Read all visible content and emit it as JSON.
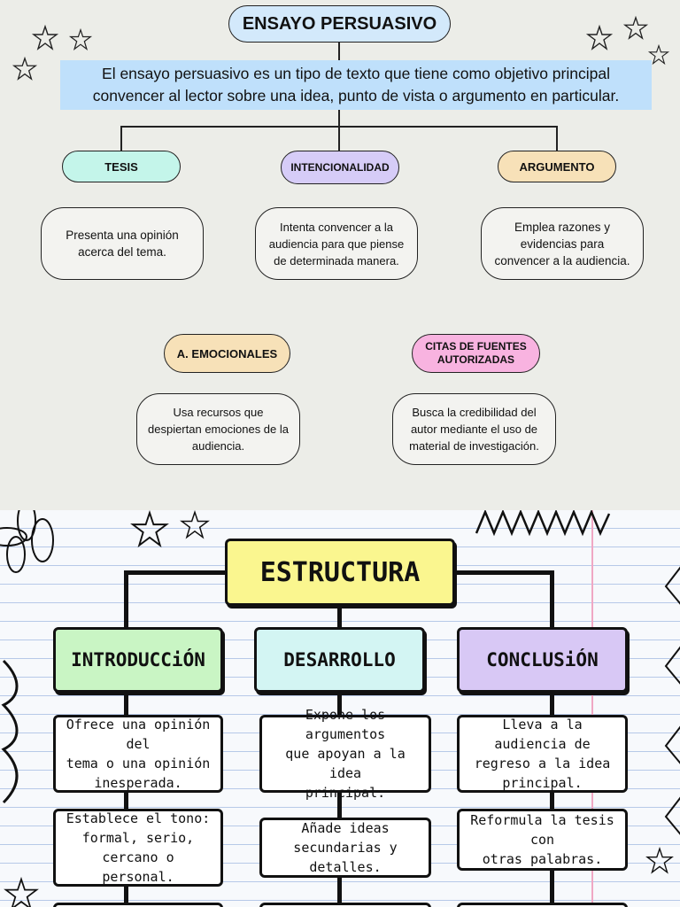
{
  "top_section": {
    "title": "ENSAYO PERSUASIVO",
    "intro_line1": "El ensayo persuasivo es un tipo de texto que tiene como objetivo principal",
    "intro_line2": "convencer al lector sobre una idea, punto de vista o argumento en particular.",
    "concepts": [
      {
        "label": "TESIS",
        "color": "#c4f5ea",
        "desc": [
          "Presenta una opinión",
          "acerca del tema."
        ]
      },
      {
        "label": "INTENCIONALIDAD",
        "color": "#d6ccf7",
        "desc": [
          "Intenta convencer a la",
          "audiencia para que piense",
          "de determinada manera."
        ]
      },
      {
        "label": "ARGUMENTO",
        "color": "#f7e1b8",
        "desc": [
          "Emplea razones y",
          "evidencias para",
          "convencer a la audiencia."
        ]
      }
    ],
    "resources": [
      {
        "label": "A. EMOCIONALES",
        "color": "#f7e1b8",
        "desc": [
          "Usa recursos que",
          "despiertan emociones de la",
          "audiencia."
        ]
      },
      {
        "label_line1": "CITAS DE FUENTES",
        "label_line2": "AUTORIZADAS",
        "color": "#f8b3e0",
        "desc": [
          "Busca la credibilidad del",
          "autor mediante el uso de",
          "material de investigación."
        ]
      }
    ],
    "colors": {
      "background": "#ecede8",
      "title_fill": "#d3e9fb",
      "intro_highlight": "#bfe0fb"
    }
  },
  "bottom_section": {
    "title": "ESTRUCTURA",
    "columns": [
      {
        "heading": "INTRODUCCiÓN",
        "color": "#c9f5c4",
        "items": [
          [
            "Ofrece una opinión del",
            "tema o una opinión",
            "inesperada."
          ],
          [
            "Establece el tono:",
            "formal, serio, cercano o",
            "personal."
          ]
        ]
      },
      {
        "heading": "DESARROLLO",
        "color": "#d3f5f3",
        "items": [
          [
            "Expone los argumentos",
            "que apoyan a la idea",
            "principal."
          ],
          [
            "Añade ideas",
            "secundarias y detalles."
          ]
        ]
      },
      {
        "heading": "CONCLUSiÓN",
        "color": "#d8c8f5",
        "items": [
          [
            "Lleva a la audiencia de",
            "regreso a la idea",
            "principal."
          ],
          [
            "Reformula la tesis con",
            "otras palabras."
          ]
        ]
      }
    ],
    "colors": {
      "title_fill": "#faf68f",
      "paper": "#f7f9fc",
      "rule_lines": "#b7c9e8",
      "margin_line": "#f0a8c4"
    }
  },
  "decorations": [
    "star-icon",
    "flower-doodle-icon",
    "zigzag-doodle-icon",
    "leaf-doodle-icon"
  ]
}
